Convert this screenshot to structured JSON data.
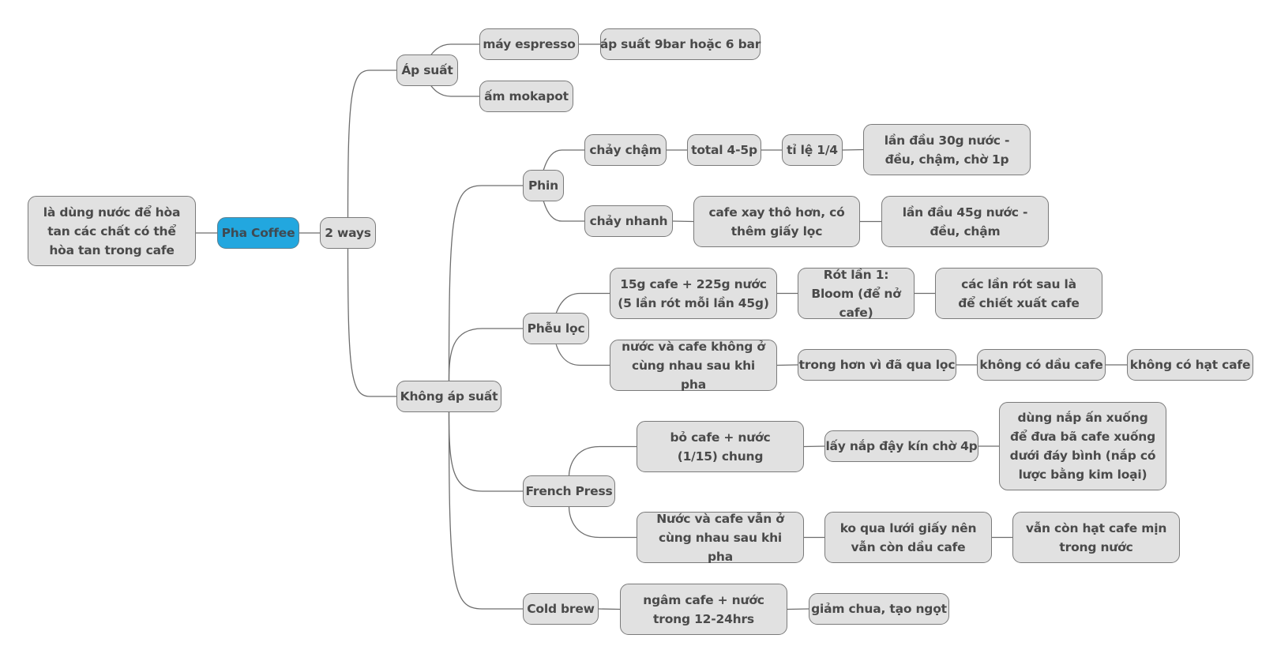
{
  "mindmap": {
    "title": "Pha Coffee",
    "colors": {
      "root_fill": "#22a7df",
      "node_fill": "#e1e1e1",
      "border": "#7a7a7a",
      "text": "#4a4a4a",
      "line": "#6e6e6e"
    },
    "nodes": {
      "root": "Pha Coffee",
      "definition": "là dùng nước để hòa tan các chất có thể hòa tan trong cafe",
      "ways": "2 ways",
      "ap_suat": "Áp suất",
      "may_espresso": "máy espresso",
      "ap_suat_bar": "áp suất 9bar hoặc 6 bar",
      "am_mokapot": "ấm mokapot",
      "khong_ap_suat": "Không áp suất",
      "phin": "Phin",
      "chay_cham": "chảy chậm",
      "total": "total 4-5p",
      "ti_le": "tỉ lệ 1/4",
      "lan_dau_30": "lần đầu 30g nước - đều, chậm, chờ 1p",
      "chay_nhanh": "chảy nhanh",
      "cafe_xay_tho": "cafe xay thô hơn, có thêm giấy lọc",
      "lan_dau_45": "lần đầu 45g nước - đều, chậm",
      "pheu_loc": "Phễu lọc",
      "cafe_15g": "15g cafe + 225g nước (5 lần rót mỗi lần 45g)",
      "rot_lan_1": "Rót lần 1: Bloom (để nở cafe)",
      "cac_lan_rot": "các lần rót sau là để chiết xuất cafe",
      "nuoc_cafe_khong": "nước và cafe không ở cùng nhau sau khi pha",
      "trong_hon": "trong hơn vì đã qua lọc",
      "khong_dau": "không có dầu cafe",
      "khong_hat": "không có hạt cafe",
      "french_press": "French Press",
      "bo_cafe": "bỏ cafe + nước (1/15) chung",
      "lay_nap": "lấy nắp đậy kín chờ 4p",
      "dung_nap": "dùng nắp ấn xuống để đưa bã cafe xuống dưới đáy bình (nắp có lược bằng kim loại)",
      "nuoc_cafe_van": "Nước và cafe vẫn ở cùng nhau sau khi pha",
      "ko_qua_luoi": "ko qua lưới giấy nên vẫn còn dầu cafe",
      "van_con_hat": "vẫn còn hạt cafe mịn trong nước",
      "cold_brew": "Cold brew",
      "ngam_cafe": "ngâm cafe + nước trong 12-24hrs",
      "giam_chua": "giảm chua, tạo ngọt"
    }
  }
}
